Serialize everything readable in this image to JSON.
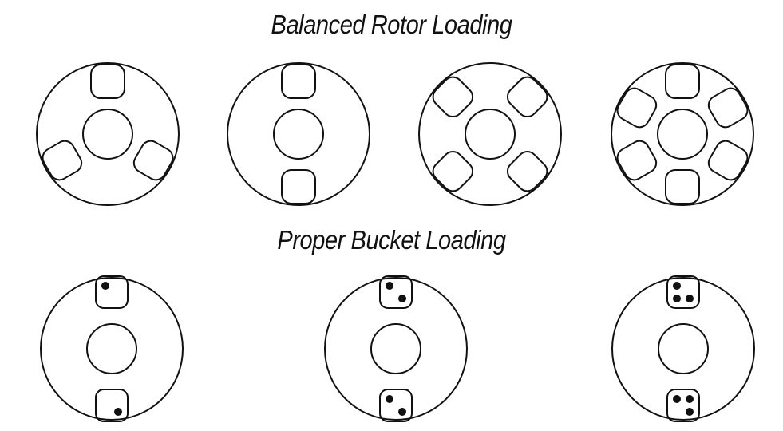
{
  "titles": {
    "balanced": "Balanced Rotor Loading",
    "proper": "Proper Bucket Loading"
  },
  "balanced_rotors": [
    {
      "buckets": 3,
      "bucket_angles_deg": [
        0,
        120,
        240
      ]
    },
    {
      "buckets": 2,
      "bucket_angles_deg": [
        0,
        180
      ]
    },
    {
      "buckets": 4,
      "bucket_angles_deg": [
        45,
        135,
        225,
        315
      ]
    },
    {
      "buckets": 6,
      "bucket_angles_deg": [
        0,
        60,
        120,
        180,
        240,
        300
      ]
    }
  ],
  "proper_rotors": [
    {
      "buckets": 2,
      "tubes_per_bucket": 1
    },
    {
      "buckets": 2,
      "tubes_per_bucket": 2
    },
    {
      "buckets": 2,
      "tubes_per_bucket": 3
    }
  ],
  "colors": {
    "stroke": "#111111",
    "background": "#ffffff"
  }
}
